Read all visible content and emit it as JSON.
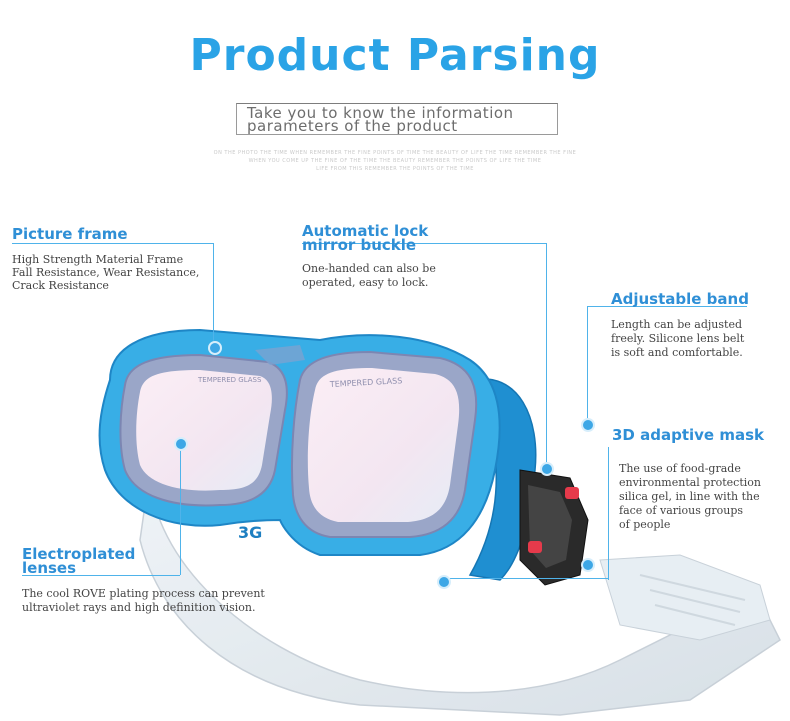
{
  "header": {
    "title": "Product Parsing",
    "subtitle_line1": "Take you to know the  information",
    "subtitle_line2": "parameters of the product",
    "fine_line1": "ON THE PHOTO THE TIME WHEN REMEMBER THE FINE POINTS OF TIME THE BEAUTY OF LIFE THE TIME REMEMBER THE FINE",
    "fine_line2": "WHEN YOU COME UP THE FINE OF THE TIME THE BEAUTY REMEMBER THE POINTS OF LIFE THE TIME",
    "fine_line3": "LIFE FROM THIS REMEMBER THE POINTS OF THE TIME"
  },
  "features": {
    "picture_frame": {
      "title": "Picture frame",
      "desc": [
        "High Strength Material Frame",
        "Fall Resistance, Wear Resistance,",
        "Crack Resistance"
      ]
    },
    "auto_lock": {
      "title": [
        "Automatic lock",
        "mirror buckle"
      ],
      "desc": [
        "One-handed can also be",
        "operated, easy to lock."
      ]
    },
    "adjustable_band": {
      "title": "Adjustable band",
      "desc": [
        "Length can be adjusted",
        "freely. Silicone lens belt",
        " is soft and comfortable."
      ]
    },
    "adaptive_mask": {
      "title": "3D adaptive mask",
      "desc": [
        "The use of food-grade",
        "environmental protection",
        "silica gel, in line with the",
        "face of various groups",
        "of people"
      ]
    },
    "lenses": {
      "title": [
        "Electroplated",
        "lenses"
      ],
      "desc": [
        "The cool ROVE plating process can prevent",
        "ultraviolet rays and high definition vision."
      ]
    }
  },
  "product": {
    "lens_print": "TEMPERED GLASS",
    "brand_mark": "3G",
    "colors": {
      "frame": "#33a9e3",
      "frame_dark": "#1d87c8",
      "lens": "#f4e4ee",
      "accent": "#e63a4b",
      "title": "#2aa3e6"
    }
  }
}
